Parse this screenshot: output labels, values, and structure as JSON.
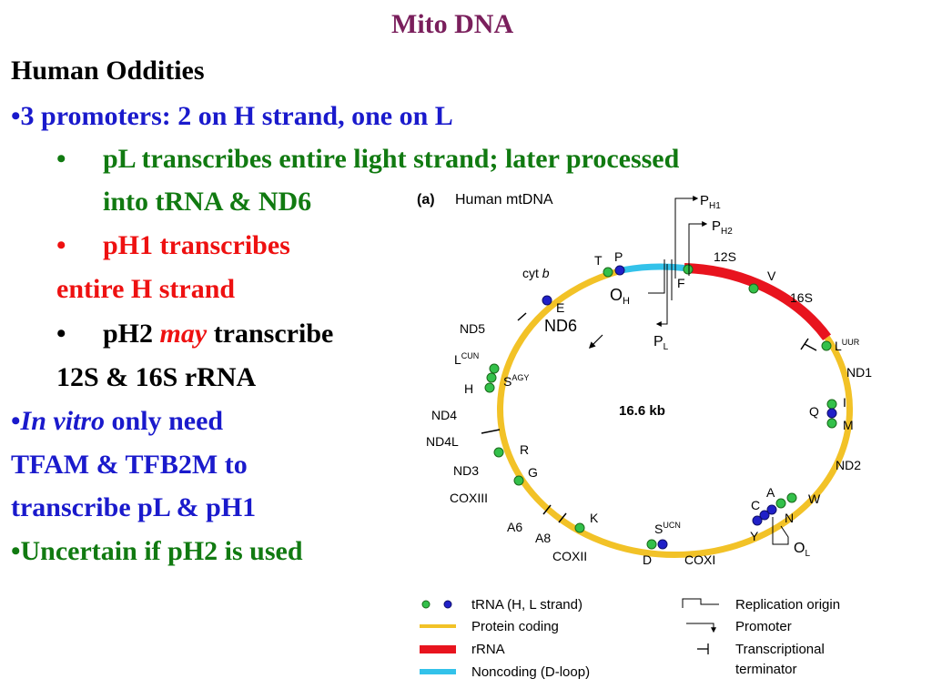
{
  "slide": {
    "title": "Mito DNA",
    "heading": "Human Oddities",
    "bullet_glyph": "•",
    "line1": "3 promoters: 2 on H strand, one on L",
    "line2a": "pL transcribes entire light strand; later processed",
    "line2b": "into tRNA & ND6",
    "line3a": "pH1 transcribes",
    "line3b": "entire H strand",
    "line4_pre": "pH2 ",
    "line4_em": "may",
    "line4_post": " transcribe",
    "line4b": "12S & 16S rRNA",
    "line5_em": "In vitro",
    "line5_post": " only need",
    "line5b": "TFAM & TFB2M to",
    "line5c": "transcribe pL & pH1",
    "line6": "Uncertain if pH2 is used"
  },
  "colors": {
    "title": "#7a1f5c",
    "black": "#000000",
    "blue": "#1a1acc",
    "green": "#117a11",
    "red": "#ee1111",
    "protein_coding": "#f2c227",
    "rrna": "#e8141e",
    "dloop": "#33c2ea",
    "trna_h": "#33c04a",
    "trna_l": "#2020c8"
  },
  "diagram": {
    "panel_label": "(a)",
    "panel_title": "Human mtDNA",
    "center_label": "16.6 kb",
    "genes": {
      "t": "T",
      "p": "P",
      "cytb": "cyt",
      "cytb_italic": "b",
      "e": "E",
      "nd5": "ND5",
      "nd6": "ND6",
      "l_cun": "L",
      "l_cun_sup": "CUN",
      "s_agy": "S",
      "s_agy_sup": "AGY",
      "h": "H",
      "nd4": "ND4",
      "nd4l": "ND4L",
      "r": "R",
      "nd3": "ND3",
      "g": "G",
      "coxiii": "COXIII",
      "a6": "A6",
      "a8": "A8",
      "k": "K",
      "coxii": "COXII",
      "s_ucn": "S",
      "s_ucn_sup": "UCN",
      "d": "D",
      "coxi": "COXI",
      "f": "F",
      "s12": "12S",
      "v": "V",
      "s16": "16S",
      "l_uur": "L",
      "l_uur_sup": "UUR",
      "nd1": "ND1",
      "i": "I",
      "q": "Q",
      "m": "M",
      "nd2": "ND2",
      "a": "A",
      "w": "W",
      "c": "C",
      "n": "N",
      "y": "Y"
    },
    "origins": {
      "oh": "O",
      "oh_sub": "H",
      "ol": "O",
      "ol_sub": "L",
      "pl": "P",
      "pl_sub": "L",
      "ph1": "P",
      "ph1_sub": "H1",
      "ph2": "P",
      "ph2_sub": "H2"
    },
    "legend": {
      "trna": "tRNA (H, L strand)",
      "protein": "Protein coding",
      "rrna": "rRNA",
      "noncoding": "Noncoding (D-loop)",
      "replication": "Replication origin",
      "promoter": "Promoter",
      "terminator_1": "Transcriptional",
      "terminator_2": "terminator"
    }
  }
}
